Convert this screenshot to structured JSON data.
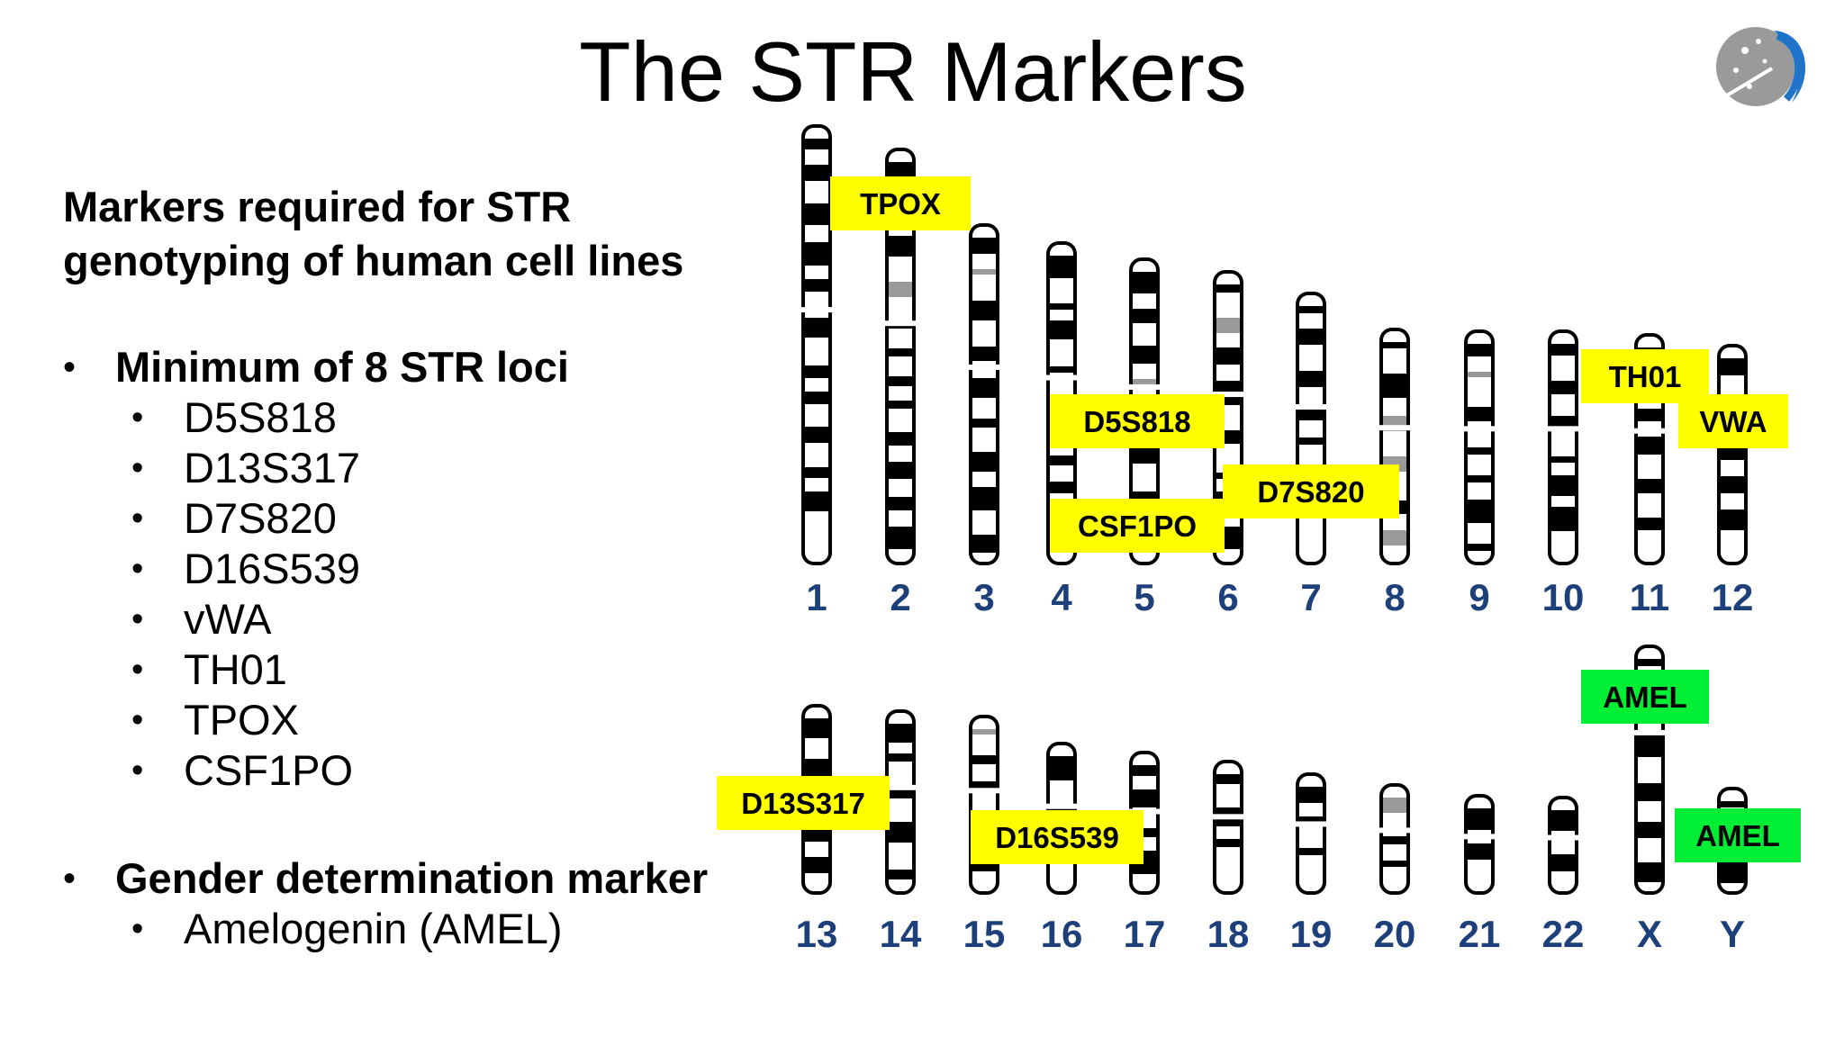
{
  "title": "The STR Markers",
  "logo": {
    "icon": "microscope-cell-logo-icon",
    "colors": [
      "#9a9a9a",
      "#1f73c9"
    ]
  },
  "intro": {
    "line1": "Markers required for STR",
    "line2": "genotyping of human cell lines"
  },
  "sections": [
    {
      "heading": "Minimum of 8 STR loci",
      "items": [
        "D5S818",
        "D13S317",
        "D7S820",
        "D16S539",
        "vWA",
        "TH01",
        "TPOX",
        "CSF1PO"
      ]
    },
    {
      "heading": "Gender determination marker",
      "items": [
        "Amelogenin (AMEL)"
      ]
    }
  ],
  "bullet_char": "•",
  "karyotype": {
    "row1_labels": [
      "1",
      "2",
      "3",
      "4",
      "5",
      "6",
      "7",
      "8",
      "9",
      "10",
      "11",
      "12"
    ],
    "row2_labels": [
      "13",
      "14",
      "15",
      "16",
      "17",
      "18",
      "19",
      "20",
      "21",
      "22",
      "X",
      "Y"
    ],
    "label_color": "#1d3f7a",
    "str_marker_color": "#ffff00",
    "gender_marker_color": "#00ee33",
    "markers": [
      {
        "name": "TPOX",
        "chromosome": "2",
        "type": "str"
      },
      {
        "name": "D5S818",
        "chromosome": "5",
        "type": "str"
      },
      {
        "name": "CSF1PO",
        "chromosome": "5",
        "type": "str"
      },
      {
        "name": "D7S820",
        "chromosome": "7",
        "type": "str"
      },
      {
        "name": "TH01",
        "chromosome": "11",
        "type": "str"
      },
      {
        "name": "VWA",
        "chromosome": "12",
        "type": "str"
      },
      {
        "name": "D13S317",
        "chromosome": "13",
        "type": "str"
      },
      {
        "name": "D16S539",
        "chromosome": "16",
        "type": "str"
      },
      {
        "name": "AMEL",
        "chromosome": "X",
        "type": "gender"
      },
      {
        "name": "AMEL",
        "chromosome": "Y",
        "type": "gender"
      }
    ]
  }
}
